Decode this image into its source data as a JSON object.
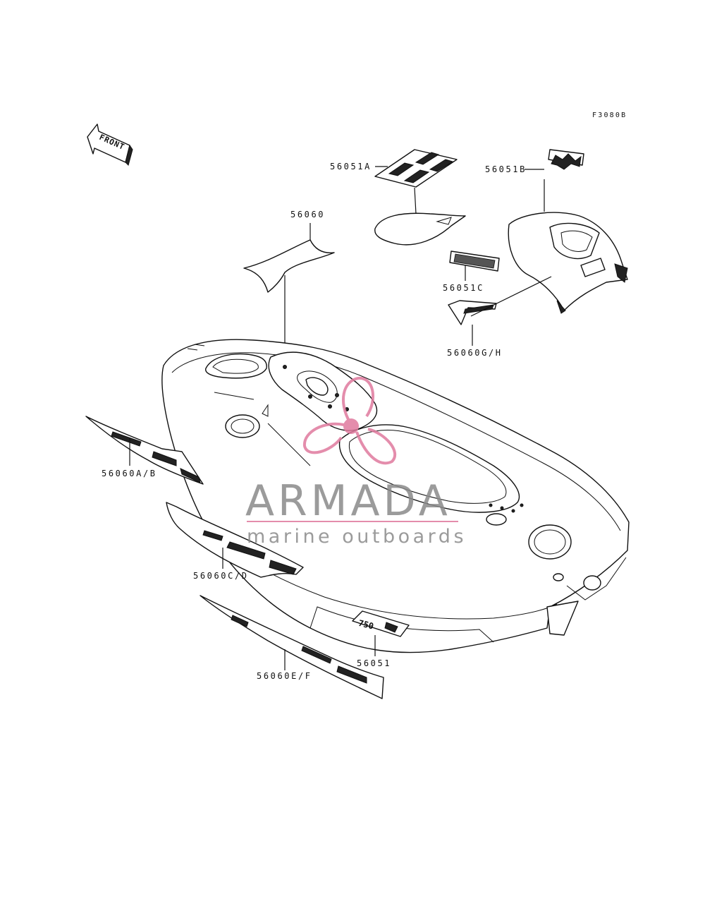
{
  "figure_code": "F3080B",
  "front_marker": {
    "text": "FRONT",
    "icon": "front-arrow-icon"
  },
  "callouts": [
    {
      "id": "56051A",
      "text": "56051A"
    },
    {
      "id": "56051B",
      "text": "56051B"
    },
    {
      "id": "56060",
      "text": "56060"
    },
    {
      "id": "56051C",
      "text": "56051C"
    },
    {
      "id": "56060GH",
      "text": "56060G/H"
    },
    {
      "id": "56060AB",
      "text": "56060A/B"
    },
    {
      "id": "56060CD",
      "text": "56060C/D"
    },
    {
      "id": "56051",
      "text": "56051"
    },
    {
      "id": "56060EF",
      "text": "56060E/F"
    }
  ],
  "decal_750": {
    "text": "750"
  },
  "watermark": {
    "brand": "ARMADA",
    "tagline": "marine outboards",
    "brand_color": "#8a8a8a",
    "accent_color": "#e07a9e",
    "icon": "propeller-logo-icon"
  }
}
